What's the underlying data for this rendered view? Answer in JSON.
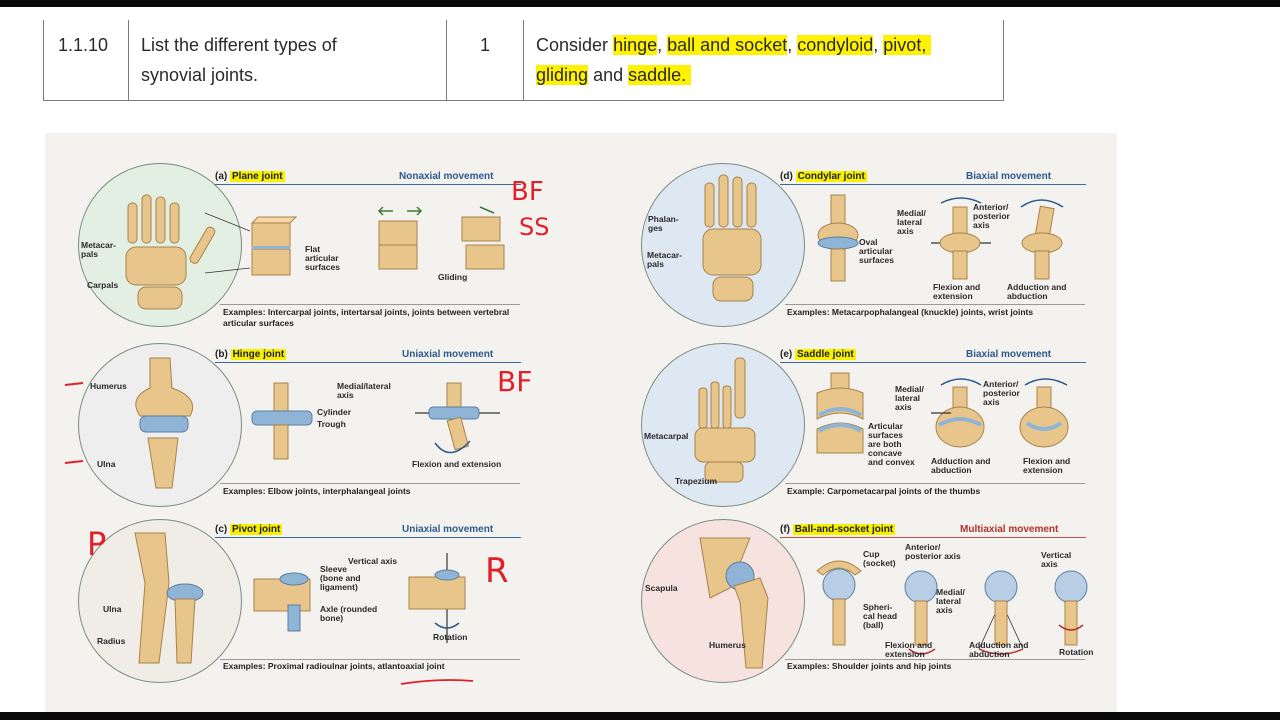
{
  "table": {
    "row": {
      "number": "1.1.10",
      "objective_line1": "List the different types of",
      "objective_line2": "synovial joints.",
      "marks": "1",
      "guidance": {
        "consider": "Consider",
        "hinge": "hinge",
        "ball": "ball and socket",
        "condyloid": "condyloid",
        "pivot": "pivot",
        "gliding": "gliding",
        "and": "and",
        "saddle": "saddle"
      }
    }
  },
  "figure": {
    "plane": {
      "letter": "(a)",
      "name": "Plane joint",
      "movement": "Nonaxial movement",
      "labels": {
        "metacarpals": "Metacar-\npals",
        "carpals": "Carpals",
        "flat": "Flat\narticular\nsurfaces",
        "gliding": "Gliding"
      },
      "examples": "Examples: Intercarpal joints, intertarsal joints, joints between vertebral articular surfaces"
    },
    "hinge": {
      "letter": "(b)",
      "name": "Hinge joint",
      "movement": "Uniaxial movement",
      "labels": {
        "humerus": "Humerus",
        "ulna": "Ulna",
        "cylinder": "Cylinder",
        "trough": "Trough",
        "axis": "Medial/lateral\naxis",
        "flexion": "Flexion and extension"
      },
      "examples": "Examples: Elbow joints, interphalangeal joints"
    },
    "pivot": {
      "letter": "(c)",
      "name": "Pivot joint",
      "movement": "Uniaxial movement",
      "labels": {
        "ulna": "Ulna",
        "radius": "Radius",
        "sleeve": "Sleeve\n(bone and\nligament)",
        "axle": "Axle (rounded\nbone)",
        "vertical": "Vertical axis",
        "rotation": "Rotation"
      },
      "examples": "Examples: Proximal radioulnar joints, atlantoaxial joint"
    },
    "condylar": {
      "letter": "(d)",
      "name": "Condylar joint",
      "movement": "Biaxial movement",
      "labels": {
        "phalanges": "Phalan-\nges",
        "metacarpals": "Metacar-\npals",
        "oval": "Oval\narticular\nsurfaces",
        "ml_axis": "Medial/\nlateral\naxis",
        "ap_axis": "Anterior/\nposterior\naxis",
        "flexion": "Flexion and\nextension",
        "adduction": "Adduction and\nabduction"
      },
      "examples": "Examples: Metacarpophalangeal (knuckle) joints, wrist joints"
    },
    "saddle": {
      "letter": "(e)",
      "name": "Saddle joint",
      "movement": "Biaxial movement",
      "labels": {
        "metacarpal": "Metacarpal",
        "trapezium": "Trapezium",
        "ml_axis": "Medial/\nlateral\naxis",
        "ap_axis": "Anterior/\nposterior\naxis",
        "surfaces": "Articular\nsurfaces\nare both\nconcave\nand convex",
        "adduction": "Adduction and\nabduction",
        "flexion": "Flexion and\nextension"
      },
      "examples": "Example: Carpometacarpal joints of the thumbs"
    },
    "ball": {
      "letter": "(f)",
      "name": "Ball-and-socket joint",
      "movement": "Multiaxial movement",
      "labels": {
        "scapula": "Scapula",
        "humerus": "Humerus",
        "cup": "Cup\n(socket)",
        "head": "Spheri-\ncal head\n(ball)",
        "ap_axis": "Anterior/\nposterior axis",
        "ml_axis": "Medial/\nlateral\naxis",
        "vertical": "Vertical\naxis",
        "flexion": "Flexion and\nextension",
        "adduction": "Adduction and\nabduction",
        "rotation": "Rotation"
      },
      "examples": "Examples: Shoulder joints and hip joints"
    }
  },
  "annotations": {
    "bf1": "BF",
    "ss": "SS",
    "bf2": "BF",
    "p": "P",
    "r": "R"
  },
  "colors": {
    "highlight": "#fff200",
    "bone": "#e8c58a",
    "cartilage": "#8fb4d6",
    "accent_blue": "#2b5a8c",
    "accent_red": "#b3322e",
    "ink_red": "#e0202a"
  }
}
